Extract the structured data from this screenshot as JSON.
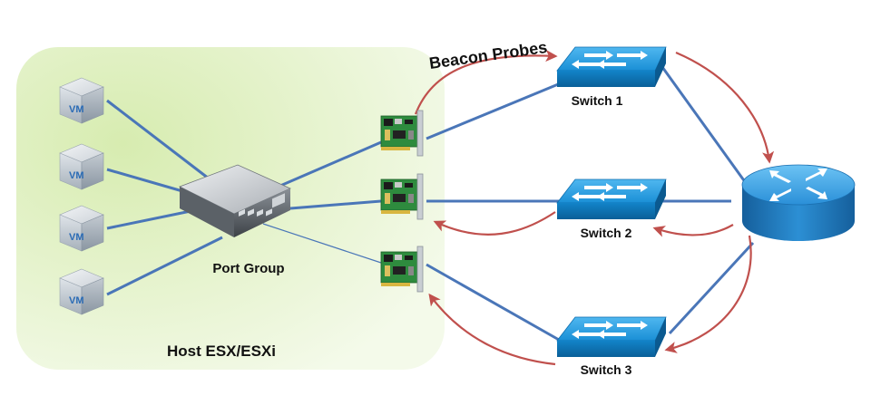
{
  "diagram": {
    "host_label": "Host ESX/ESXi",
    "port_group_label": "Port Group",
    "beacon_label": "Beacon Probes",
    "vm_label": "VM",
    "switches": [
      {
        "label": "Switch 1"
      },
      {
        "label": "Switch 2"
      },
      {
        "label": "Switch 3"
      }
    ]
  },
  "colors": {
    "host_fill": "#e4f2cc",
    "link_line": "#4a76b8",
    "probe_arrow": "#c0504d",
    "switch_blue": "#1a8fd6",
    "router_blue": "#1e80c9",
    "nic_green": "#2e8b3e"
  },
  "icons": [
    "vm-cube-icon",
    "virtual-switch-icon",
    "nic-card-icon",
    "network-switch-icon",
    "router-icon"
  ]
}
